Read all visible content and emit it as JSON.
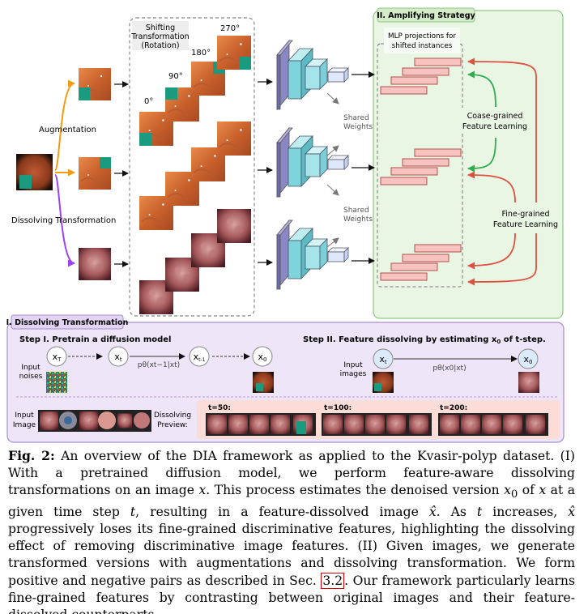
{
  "figure": {
    "shifting_box_title": [
      "Shifting",
      "Transformation",
      "(Rotation)"
    ],
    "angles": [
      "0°",
      "90°",
      "180°",
      "270°"
    ],
    "aug_label": "Augmentation",
    "dissolve_label": "Dissolving Transformation",
    "shared_weights": [
      "Shared",
      "Weights"
    ],
    "amplify_title": "II. Amplifying Strategy",
    "mlp_title": [
      "MLP projections for",
      "shifted instances"
    ],
    "coarse_label": [
      "Coase-grained",
      "Feature Learning"
    ],
    "fine_label": [
      "Fine-grained",
      "Feature Learning"
    ],
    "dissolve_title": "I. Dissolving Transformation",
    "step1": "Step I. Pretrain a diffusion model",
    "step2": "Step II. Feature dissolving by estimating x",
    "step2_sub": "0",
    "step2_end": " of t-step.",
    "nodes1": [
      {
        "main": "x",
        "sub": "T"
      },
      {
        "main": "x",
        "sub": "t"
      },
      {
        "main": "x",
        "sub": "t-1"
      },
      {
        "main": "x",
        "sub": "0"
      }
    ],
    "nodes2": [
      {
        "main": "x",
        "sub": "t"
      },
      {
        "main": "x",
        "sub": "0"
      }
    ],
    "formula1": "pθ(xt−1|xt)",
    "formula2": "pθ(x0|xt)",
    "input_noises": [
      "Input",
      "noises"
    ],
    "input_images": [
      "Input",
      "images"
    ],
    "input_image": [
      "Input",
      "Image"
    ],
    "dissolving_preview": [
      "Dissolving",
      "Preview:"
    ],
    "t_labels": [
      "t=50:",
      "t=100:",
      "t=200:"
    ]
  },
  "caption": {
    "label": "Fig. 2:",
    "p1": " An overview of the DIA framework as applied to the Kvasir-polyp dataset. (I) With a pretrained diffusion model, we perform feature-aware dissolving transformations on an image ",
    "v_x": "x",
    "p2": ". This process estimates the denoised version ",
    "v_x0": "x",
    "v_x0_sub": "0",
    "p3": " of ",
    "v_x2": "x",
    "p4": " at a given time step ",
    "v_t": "t",
    "p5": ", resulting in a feature-dissolved image ",
    "v_xhat": "x̂",
    "p6": ". As ",
    "v_t2": "t",
    "p7": " increases, ",
    "v_xhat2": "x̂",
    "p8": " progressively loses its fine-grained discriminative features, highlighting the dissolving effect of removing discriminative image features. (II) Given images, we generate transformed versions with augmentations and dissolving transformation. We form positive and negative pairs as described in Sec. ",
    "ref": "3.2",
    "p9": ". Our framework particularly learns fine-grained features by contrasting between original images and their feature-dissolved counterparts."
  }
}
